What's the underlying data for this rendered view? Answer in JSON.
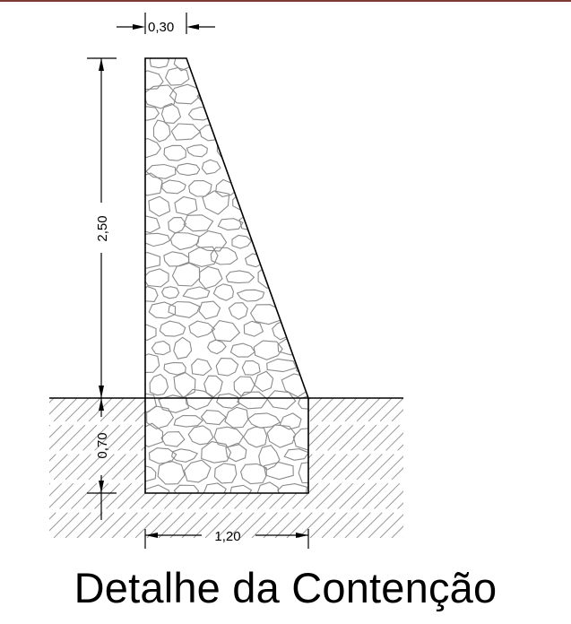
{
  "diagram": {
    "title": "Detalhe da Contenção",
    "dimensions": {
      "top_width": "0,30",
      "wall_height": "2,50",
      "foundation_depth": "0,70",
      "base_width": "1,20"
    },
    "colors": {
      "line": "#000000",
      "stone": "#8a8a8a",
      "hatch": "#9a9a9a",
      "accent_rule": "#7a3b34"
    }
  }
}
